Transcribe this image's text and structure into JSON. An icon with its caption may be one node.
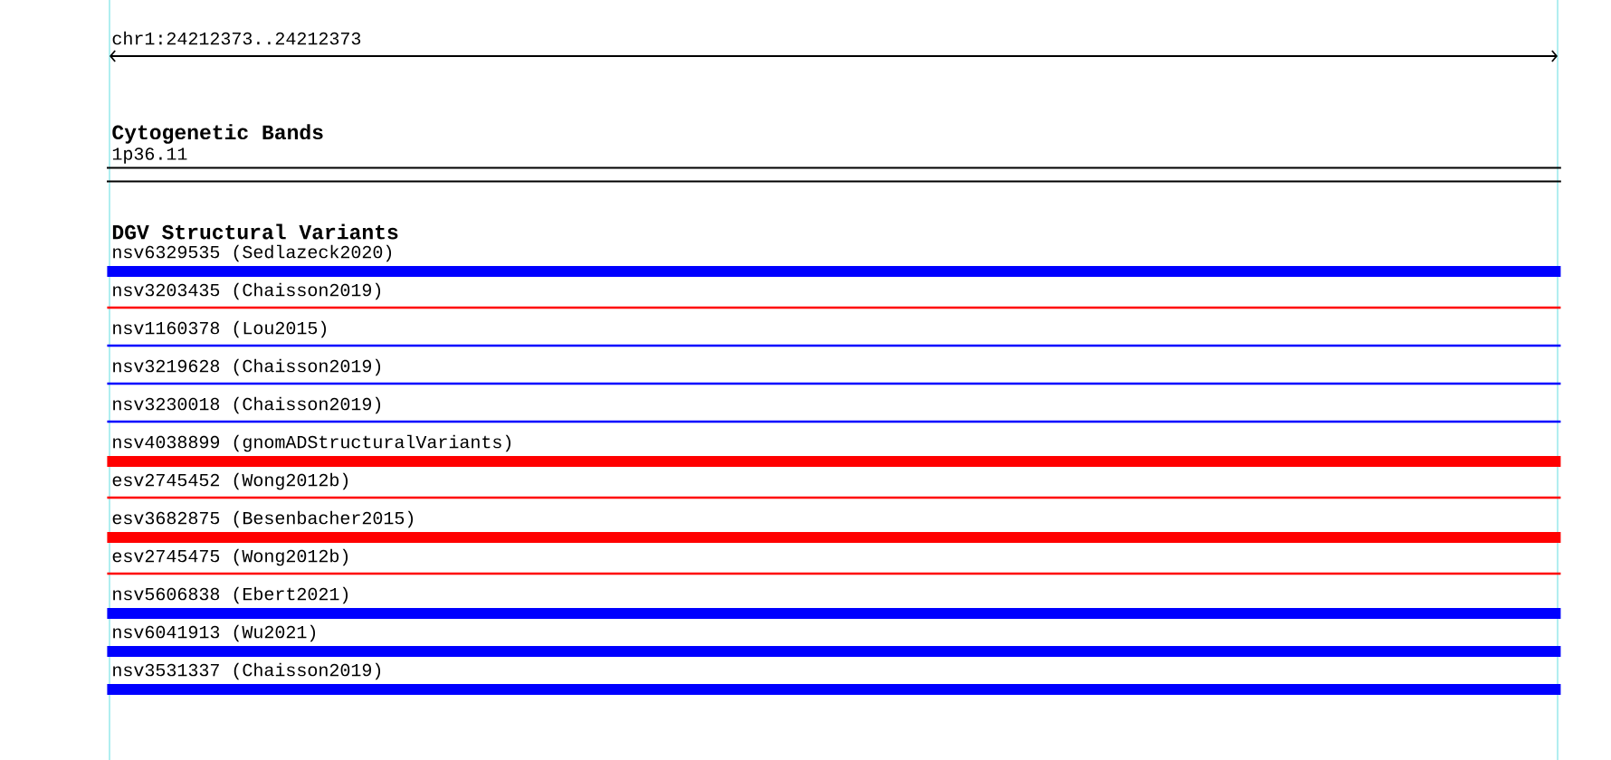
{
  "diagram": {
    "nodes": [
      {
        "text": [],
        "shape": "box",
        "beside": [
          "1p36.11"
        ]
      },
      {
        "text": [],
        "shape": "bar",
        "beside": [
          "nsv6329535 (Sedlazeck2020)"
        ]
      },
      {
        "text": [],
        "shape": "bar",
        "beside": [
          "nsv3203435 (Chaisson2019)"
        ]
      },
      {
        "text": [],
        "shape": "bar",
        "beside": [
          "nsv1160378 (Lou2015)"
        ]
      },
      {
        "text": [],
        "shape": "bar",
        "beside": [
          "nsv3219628 (Chaisson2019)"
        ]
      },
      {
        "text": [],
        "shape": "bar",
        "beside": [
          "nsv3230018 (Chaisson2019)"
        ]
      },
      {
        "text": [],
        "shape": "bar",
        "beside": [
          "nsv4038899 (gnomADStructuralVariants)"
        ]
      },
      {
        "text": [],
        "shape": "bar",
        "beside": [
          "esv2745452 (Wong2012b)"
        ]
      },
      {
        "text": [],
        "shape": "bar",
        "beside": [
          "esv3682875 (Besenbacher2015)"
        ]
      },
      {
        "text": [],
        "shape": "bar",
        "beside": [
          "esv2745475 (Wong2012b)"
        ]
      },
      {
        "text": [],
        "shape": "bar",
        "beside": [
          "nsv5606838 (Ebert2021)"
        ]
      },
      {
        "text": [],
        "shape": "bar",
        "beside": [
          "nsv6041913 (Wu2021)"
        ]
      },
      {
        "text": [],
        "shape": "bar",
        "beside": [
          "nsv3531337 (Chaisson2019)"
        ]
      }
    ],
    "labels": [
      "chr1:24212373..24212373",
      "Cytogenetic Bands",
      "DGV Structural Variants"
    ]
  }
}
